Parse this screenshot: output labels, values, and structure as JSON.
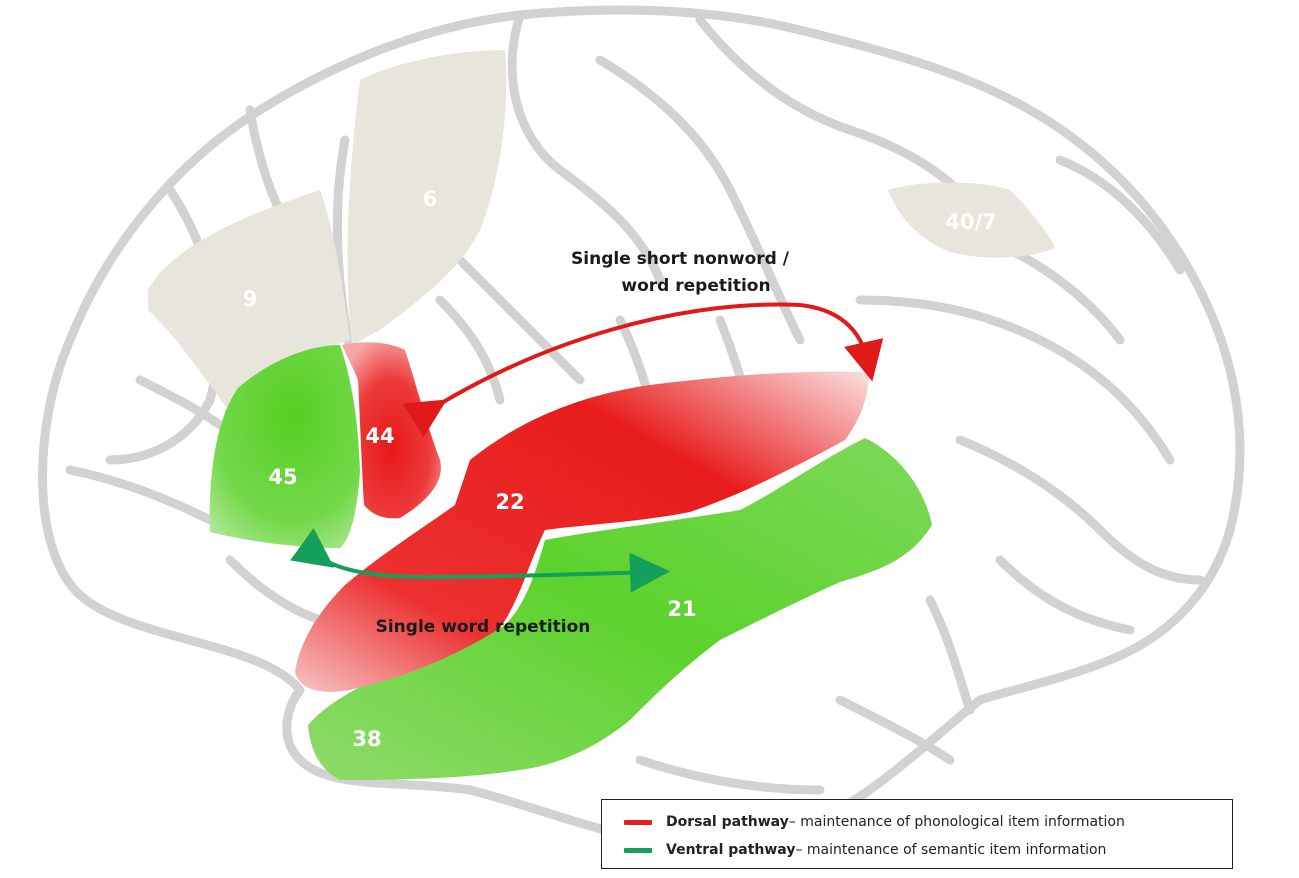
{
  "colors": {
    "dorsal": "#e61e1e",
    "ventral": "#5cd22c",
    "dorsal_arrow": "#e01919",
    "ventral_arrow": "#14a05a",
    "inactive_area": "#e8e5dd",
    "brain_outline": "#cfcfcf"
  },
  "areas": [
    {
      "id": "ba9",
      "label": "9",
      "pathway": "none"
    },
    {
      "id": "ba6",
      "label": "6",
      "pathway": "none"
    },
    {
      "id": "ba40_7",
      "label": "40/7",
      "pathway": "none"
    },
    {
      "id": "ba44",
      "label": "44",
      "pathway": "dorsal"
    },
    {
      "id": "ba45",
      "label": "45",
      "pathway": "ventral"
    },
    {
      "id": "ba22",
      "label": "22",
      "pathway": "dorsal"
    },
    {
      "id": "ba21",
      "label": "21",
      "pathway": "ventral"
    },
    {
      "id": "ba38",
      "label": "38",
      "pathway": "ventral"
    }
  ],
  "annotations": {
    "dorsal_line1": "Single short nonword /",
    "dorsal_line2": "word repetition",
    "ventral": "Single  word repetition"
  },
  "legend": {
    "dorsal_name": "Dorsal pathway",
    "dorsal_desc": " – maintenance of phonological item information",
    "ventral_name": "Ventral pathway",
    "ventral_desc": " – maintenance of semantic item information"
  }
}
